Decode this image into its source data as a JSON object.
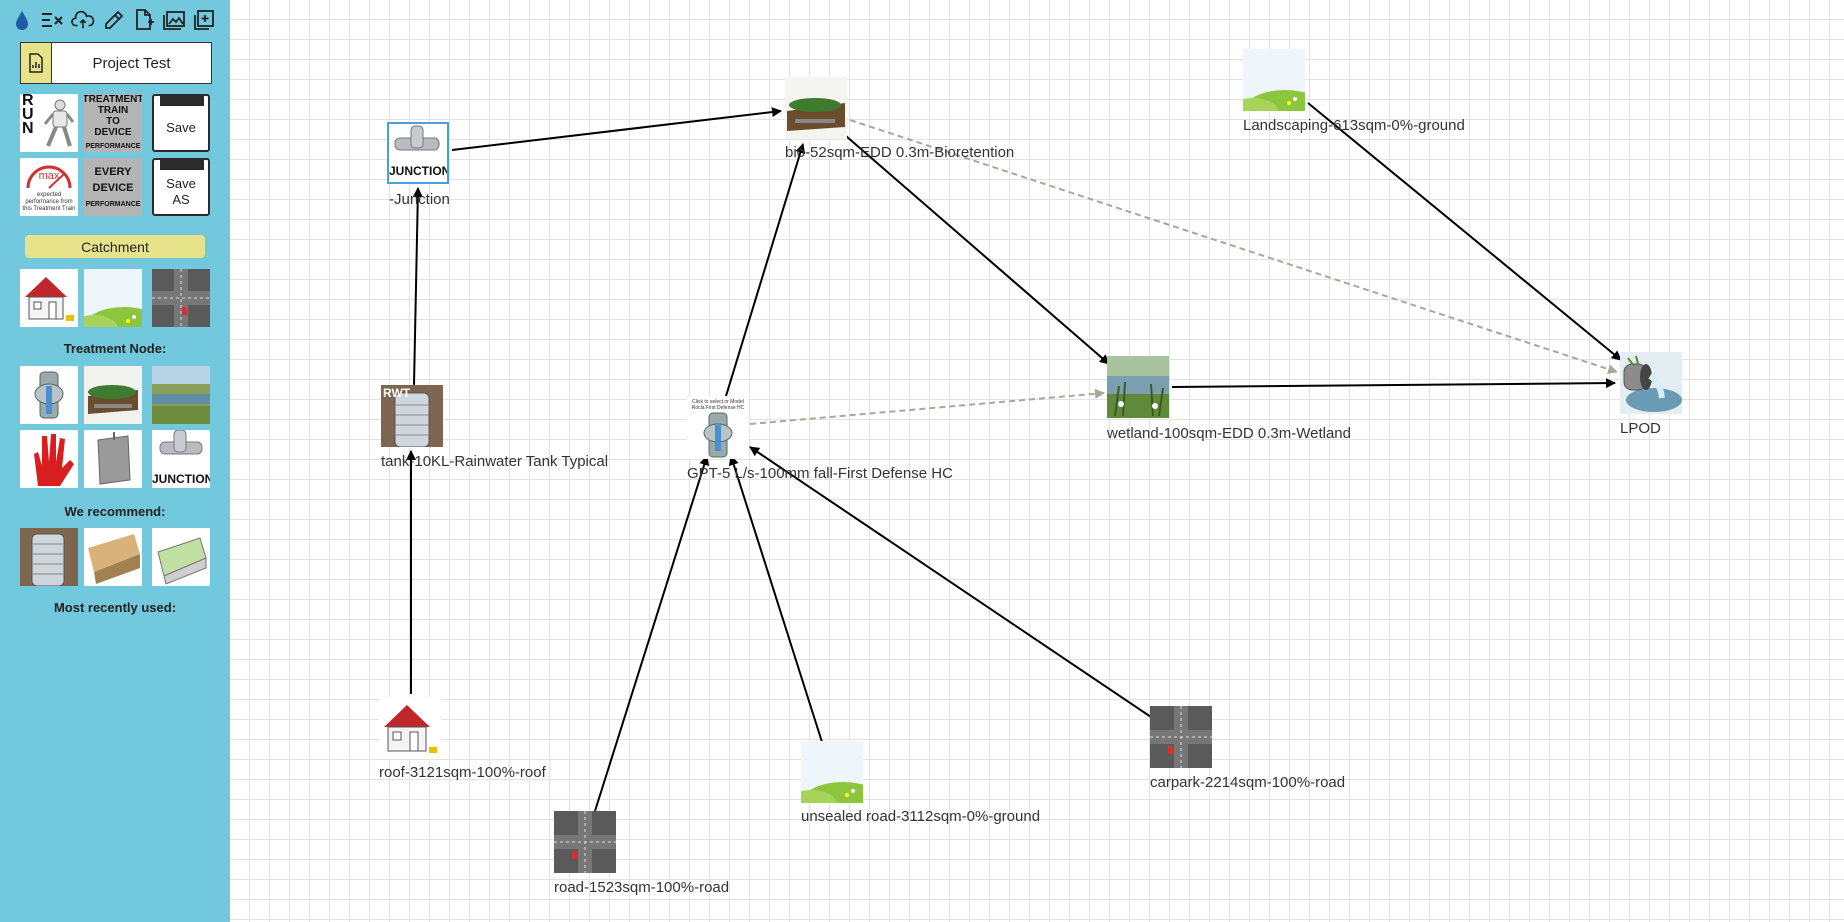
{
  "toolbar": {
    "icons": [
      "water-drop-icon",
      "list-clear-icon",
      "cloud-upload-icon",
      "edit-icon",
      "new-file-icon",
      "image-icon",
      "add-window-icon"
    ]
  },
  "project": {
    "name": "Project Test"
  },
  "actions": {
    "run_label": "RUN",
    "train_label_lines": [
      "TREATMENT",
      "TRAIN",
      "TO",
      "DEVICE"
    ],
    "train_small": "PERFORMANCE",
    "save_label": "Save",
    "max_label": "max",
    "max_caption": "expected performance from this Treatment Train",
    "every_lines": [
      "EVERY",
      "DEVICE"
    ],
    "every_small": "PERFORMANCE",
    "save_as_label": "Save AS"
  },
  "sections": {
    "catchment": "Catchment",
    "treatment": "Treatment Node:",
    "recommend": "We recommend:",
    "recent": "Most recently used:"
  },
  "palette_junction_label": "JUNCTION",
  "nodes": {
    "junction": {
      "label": "-Junction",
      "icon_text": "JUNCTION"
    },
    "bio": {
      "label": "bio-52sqm-EDD 0.3m-Bioretention"
    },
    "landscaping": {
      "label": "Landscaping-613sqm-0%-ground"
    },
    "tank": {
      "label": "tank-10KL-Rainwater Tank Typical",
      "icon_text": "RWT"
    },
    "gpt": {
      "label": "GPT-5 L/s-100mm fall-First Defense HC",
      "icon_text": "Click to select or Model Rocla First Defense HC"
    },
    "wetland": {
      "label": "wetland-100sqm-EDD 0.3m-Wetland"
    },
    "lpod": {
      "label": "LPOD"
    },
    "roof": {
      "label": "roof-3121sqm-100%-roof"
    },
    "road": {
      "label": "road-1523sqm-100%-road"
    },
    "unsealed": {
      "label": "unsealed road-3112sqm-0%-ground"
    },
    "carpark": {
      "label": "carpark-2214sqm-100%-road"
    }
  },
  "colors": {
    "sidebar": "#72c8dc",
    "accent_yellow": "#e6e38a",
    "link_solid": "#000000",
    "link_dashed": "#a8a89a"
  }
}
